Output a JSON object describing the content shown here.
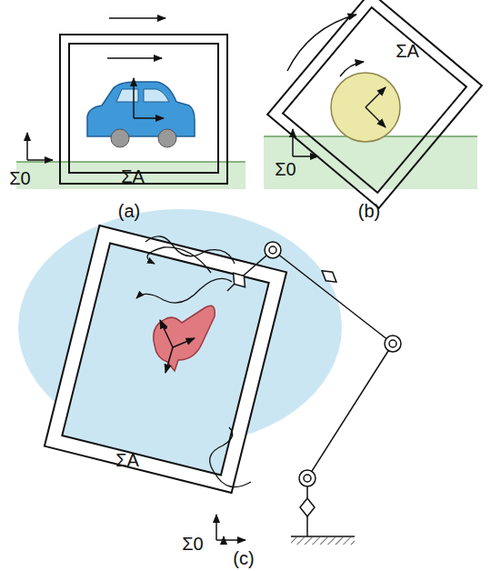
{
  "diagram": {
    "labels": [
      "ΣA",
      "Σ0",
      "ΣA",
      "Σ0",
      "(a)",
      "(b)",
      "ΣA",
      "Σ0",
      "(c)"
    ]
  }
}
